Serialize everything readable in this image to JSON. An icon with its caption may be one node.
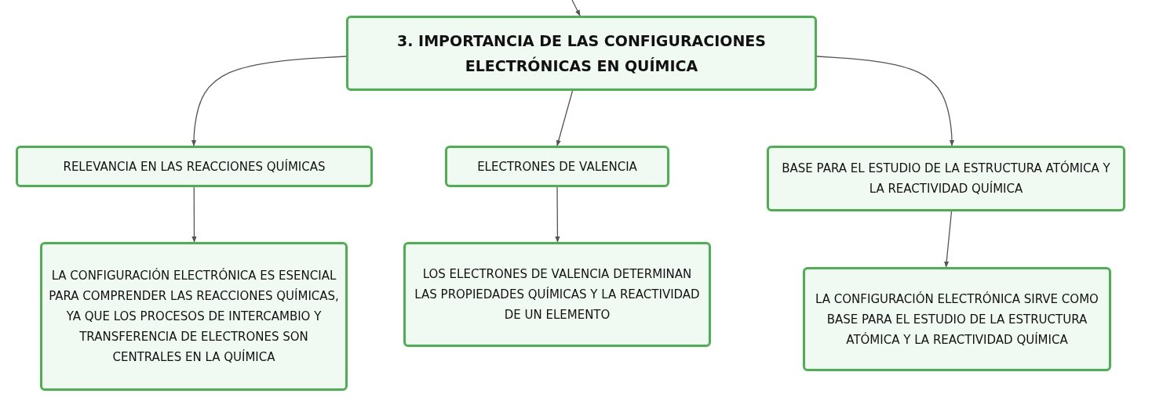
{
  "diagram": {
    "nodes": [
      {
        "text": [
          "3. IMPORTANCIA DE LAS CONFIGURACIONES ELECTRÓNICAS EN QUÍMICA"
        ]
      },
      {
        "text": [
          "RELEVANCIA EN LAS REACCIONES QUÍMICAS"
        ]
      },
      {
        "text": [
          "ELECTRONES DE VALENCIA"
        ]
      },
      {
        "text": [
          "BASE PARA EL ESTUDIO DE LA ESTRUCTURA ATÓMICA Y LA REACTIVIDAD QUÍMICA"
        ]
      },
      {
        "text": [
          "LA CONFIGURACIÓN ELECTRÓNICA ES ESENCIAL PARA COMPRENDER LAS REACCIONES QUÍMICAS, YA QUE LOS PROCESOS DE INTERCAMBIO Y TRANSFERENCIA DE ELECTRONES SON CENTRALES EN LA QUÍMICA"
        ]
      },
      {
        "text": [
          "LOS ELECTRONES DE VALENCIA DETERMINAN LAS PROPIEDADES QUÍMICAS Y LA REACTIVIDAD DE UN ELEMENTO"
        ]
      },
      {
        "text": [
          "LA CONFIGURACIÓN ELECTRÓNICA SIRVE COMO BASE PARA EL ESTUDIO DE LA ESTRUCTURA ATÓMICA Y LA REACTIVIDAD QUÍMICA"
        ]
      }
    ],
    "edges": [
      {
        "from": null,
        "to": 0,
        "arrow": "to"
      },
      {
        "from": 0,
        "to": 1,
        "arrow": "to"
      },
      {
        "from": 0,
        "to": 2,
        "arrow": "to"
      },
      {
        "from": 0,
        "to": 3,
        "arrow": "to"
      },
      {
        "from": 1,
        "to": 4,
        "arrow": "to"
      },
      {
        "from": 2,
        "to": 5,
        "arrow": "to"
      },
      {
        "from": 3,
        "to": 6,
        "arrow": "to"
      }
    ]
  }
}
